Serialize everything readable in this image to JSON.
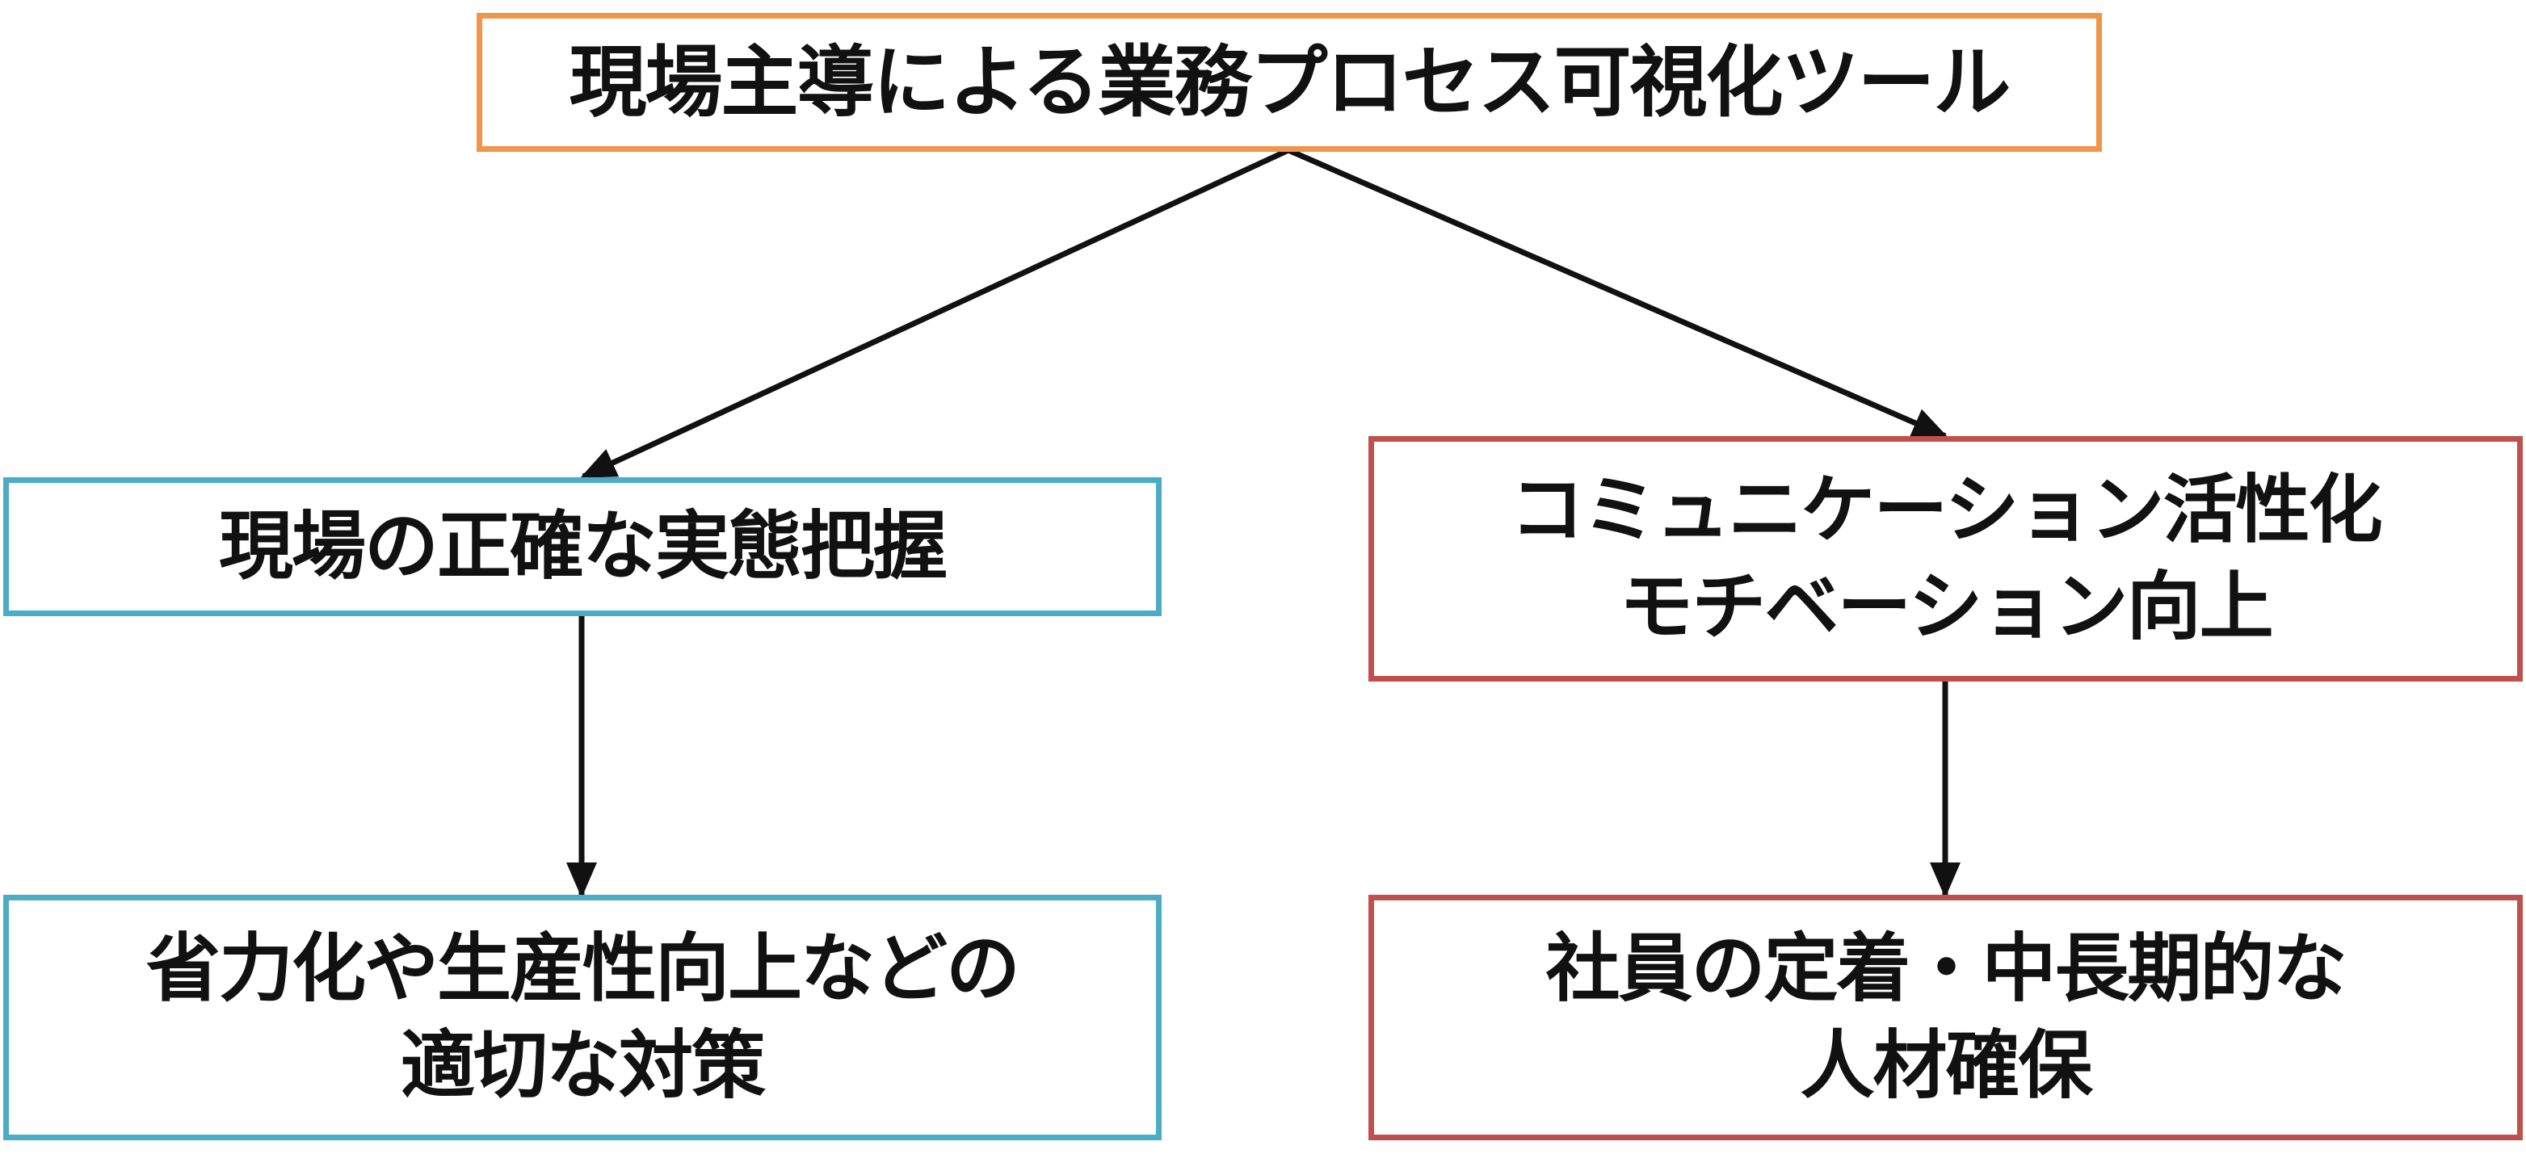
{
  "diagram": {
    "colors": {
      "top_border": "#F0954A",
      "left_border": "#4BACC6",
      "right_border": "#C0504D",
      "arrow": "#111111"
    },
    "nodes": {
      "top": {
        "lines": [
          "現場主導による業務プロセス可視化ツール"
        ]
      },
      "left1": {
        "lines": [
          "現場の正確な実態把握"
        ]
      },
      "right1": {
        "lines": [
          "コミュニケーション活性化",
          "モチベーション向上"
        ]
      },
      "left2": {
        "lines": [
          "省力化や生産性向上などの",
          "適切な対策"
        ]
      },
      "right2": {
        "lines": [
          "社員の定着・中長期的な",
          "人材確保"
        ]
      }
    },
    "edges": [
      {
        "from": "top",
        "to": "left1"
      },
      {
        "from": "top",
        "to": "right1"
      },
      {
        "from": "left1",
        "to": "left2"
      },
      {
        "from": "right1",
        "to": "right2"
      }
    ]
  }
}
